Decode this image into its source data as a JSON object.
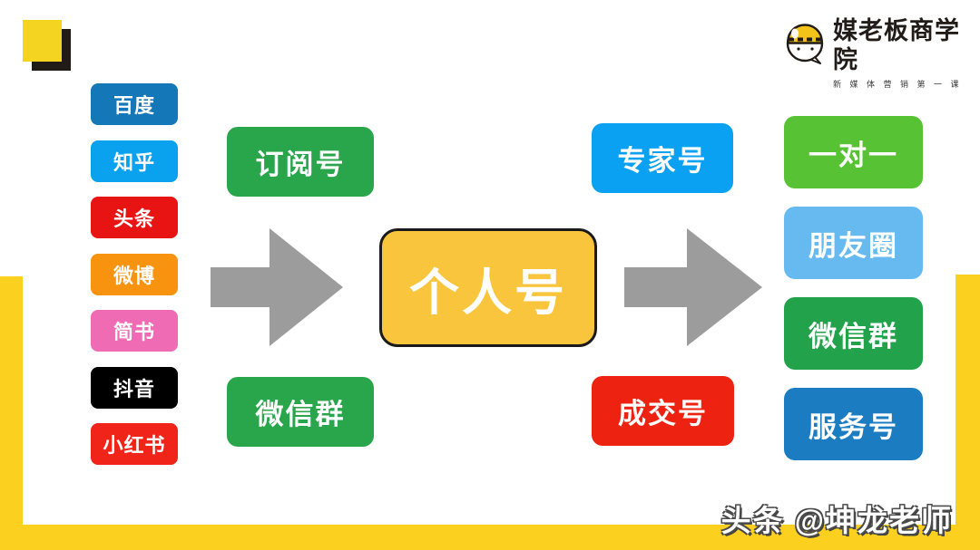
{
  "page": {
    "background": "#ffffff",
    "frame_color": "#fbd01e"
  },
  "brand": {
    "title": "媒老板商学院",
    "subtitle": "新媒体营销第一课",
    "mascot_helmet_color": "#f2c318"
  },
  "watermark": {
    "text": "头条 @坤龙老师"
  },
  "diagram": {
    "arrow_color": "#9c9c9c",
    "source_channels": [
      {
        "label": "百度",
        "color": "#1477b8"
      },
      {
        "label": "知乎",
        "color": "#0aa1ef"
      },
      {
        "label": "头条",
        "color": "#e81414"
      },
      {
        "label": "微博",
        "color": "#f7930f"
      },
      {
        "label": "简书",
        "color": "#ef6cb4"
      },
      {
        "label": "抖音",
        "color": "#000000"
      },
      {
        "label": "小红书",
        "color": "#f02418"
      }
    ],
    "intake_nodes": [
      {
        "label": "订阅号",
        "color": "#29a54b"
      },
      {
        "label": "微信群",
        "color": "#29a54b"
      }
    ],
    "center_node": {
      "label": "个人号",
      "color": "#f8c53d",
      "border_color": "#1a1a1a"
    },
    "funnel_nodes": [
      {
        "label": "专家号",
        "color": "#0aa1f2"
      },
      {
        "label": "成交号",
        "color": "#ee2211"
      }
    ],
    "output_nodes": [
      {
        "label": "一对一",
        "color": "#57c234"
      },
      {
        "label": "朋友圈",
        "color": "#66baf0"
      },
      {
        "label": "微信群",
        "color": "#21a24b"
      },
      {
        "label": "服务号",
        "color": "#1c7cc2"
      }
    ]
  }
}
